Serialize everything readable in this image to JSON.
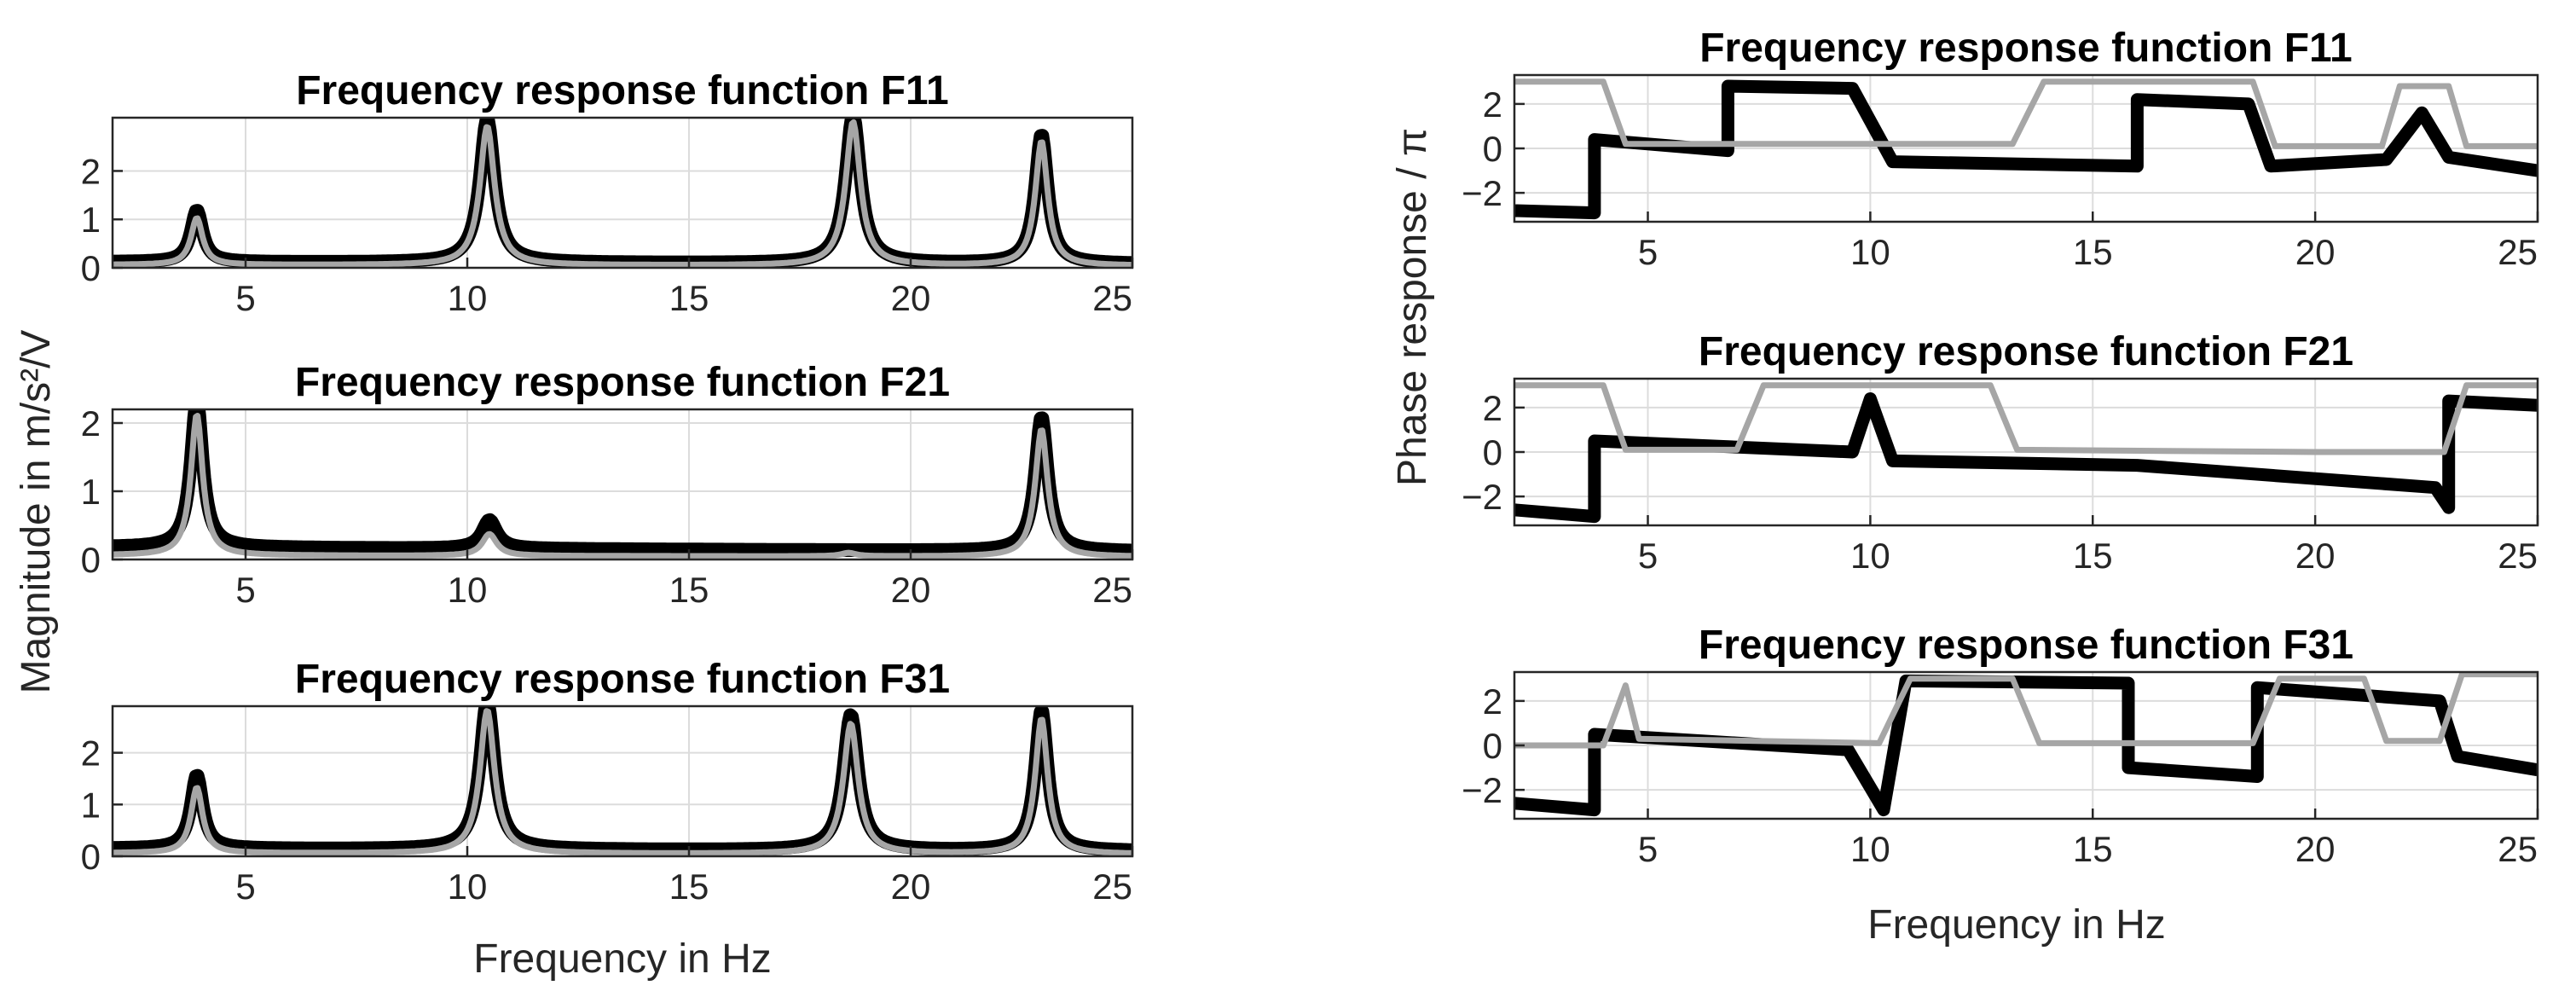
{
  "figure": {
    "left_ylabel": "Magnitude in m/s²/V",
    "left_xlabel": "Frequency in Hz",
    "right_ylabel": "Phase response / π",
    "right_xlabel": "Frequency in Hz"
  },
  "colors": {
    "measured": "#000000",
    "model": "#a6a6a6",
    "grid": "#dcdcdc",
    "axis": "#262626"
  },
  "chart_data": [
    {
      "type": "line",
      "title": "Frequency response function F11",
      "quantity": "magnitude",
      "xlim": [
        2,
        25
      ],
      "ylim": [
        0,
        3.1
      ],
      "xticks": [
        5,
        10,
        15,
        20,
        25
      ],
      "yticks": [
        0,
        1,
        2
      ],
      "peaks": [
        {
          "f": 3.9,
          "measured": 1.1,
          "model": 1.0,
          "width": 0.16
        },
        {
          "f": 10.45,
          "measured": 3.0,
          "model": 2.9,
          "width": 0.2
        },
        {
          "f": 18.7,
          "measured": 3.1,
          "model": 3.0,
          "width": 0.2
        },
        {
          "f": 22.95,
          "measured": 2.7,
          "model": 2.6,
          "width": 0.17
        }
      ],
      "baseline": {
        "measured": 0.12,
        "model": 0.06
      }
    },
    {
      "type": "line",
      "title": "Frequency response function F21",
      "quantity": "magnitude",
      "xlim": [
        2,
        25
      ],
      "ylim": [
        0,
        2.2
      ],
      "xticks": [
        5,
        10,
        15,
        20,
        25
      ],
      "yticks": [
        0,
        1,
        2
      ],
      "peaks": [
        {
          "f": 3.9,
          "measured": 2.2,
          "model": 2.1,
          "width": 0.16
        },
        {
          "f": 10.5,
          "measured": 0.45,
          "model": 0.35,
          "width": 0.2
        },
        {
          "f": 18.6,
          "measured": 0.03,
          "model": 0.08,
          "width": 0.2
        },
        {
          "f": 22.95,
          "measured": 2.0,
          "model": 1.9,
          "width": 0.17
        }
      ],
      "baseline": {
        "measured": 0.18,
        "model": 0.06
      }
    },
    {
      "type": "line",
      "title": "Frequency response function F31",
      "quantity": "magnitude",
      "xlim": [
        2,
        25
      ],
      "ylim": [
        0,
        2.9
      ],
      "xticks": [
        5,
        10,
        15,
        20,
        25
      ],
      "yticks": [
        0,
        1,
        2
      ],
      "peaks": [
        {
          "f": 3.9,
          "measured": 1.45,
          "model": 1.3,
          "width": 0.16
        },
        {
          "f": 10.45,
          "measured": 2.9,
          "model": 2.8,
          "width": 0.2
        },
        {
          "f": 18.65,
          "measured": 2.65,
          "model": 2.55,
          "width": 0.2
        },
        {
          "f": 22.95,
          "measured": 2.75,
          "model": 2.65,
          "width": 0.17
        }
      ],
      "baseline": {
        "measured": 0.15,
        "model": 0.06
      }
    },
    {
      "type": "line",
      "title": "Frequency response function F11",
      "quantity": "phase",
      "xlim": [
        2,
        25
      ],
      "ylim": [
        -3.3,
        3.3
      ],
      "xticks": [
        5,
        10,
        15,
        20,
        25
      ],
      "yticks": [
        -2,
        0,
        2
      ],
      "measured": [
        [
          2.0,
          -2.8
        ],
        [
          3.8,
          -2.9
        ],
        [
          3.8,
          0.4
        ],
        [
          6.8,
          -0.1
        ],
        [
          6.8,
          2.8
        ],
        [
          9.6,
          2.7
        ],
        [
          10.5,
          -0.6
        ],
        [
          16.0,
          -0.8
        ],
        [
          16.0,
          2.2
        ],
        [
          18.5,
          2.0
        ],
        [
          19.0,
          -0.8
        ],
        [
          21.6,
          -0.5
        ],
        [
          22.4,
          1.6
        ],
        [
          23.0,
          -0.4
        ],
        [
          25.0,
          -1.0
        ]
      ],
      "model": [
        [
          2.0,
          3.0
        ],
        [
          4.0,
          3.0
        ],
        [
          4.5,
          0.2
        ],
        [
          13.2,
          0.2
        ],
        [
          13.9,
          3.0
        ],
        [
          18.6,
          3.0
        ],
        [
          19.1,
          0.1
        ],
        [
          21.5,
          0.1
        ],
        [
          21.9,
          2.8
        ],
        [
          23.0,
          2.8
        ],
        [
          23.4,
          0.1
        ],
        [
          25.0,
          0.1
        ]
      ]
    },
    {
      "type": "line",
      "title": "Frequency response function F21",
      "quantity": "phase",
      "xlim": [
        2,
        25
      ],
      "ylim": [
        -3.3,
        3.3
      ],
      "xticks": [
        5,
        10,
        15,
        20,
        25
      ],
      "yticks": [
        -2,
        0,
        2
      ],
      "measured": [
        [
          2.0,
          -2.6
        ],
        [
          3.8,
          -2.9
        ],
        [
          3.8,
          0.5
        ],
        [
          9.6,
          0.0
        ],
        [
          10.0,
          2.4
        ],
        [
          10.5,
          -0.4
        ],
        [
          16.0,
          -0.6
        ],
        [
          22.7,
          -1.6
        ],
        [
          23.0,
          -2.5
        ],
        [
          23.0,
          2.3
        ],
        [
          25.0,
          2.1
        ]
      ],
      "model": [
        [
          2.0,
          3.0
        ],
        [
          4.0,
          3.0
        ],
        [
          4.5,
          0.1
        ],
        [
          7.0,
          0.1
        ],
        [
          7.6,
          3.0
        ],
        [
          12.7,
          3.0
        ],
        [
          13.3,
          0.1
        ],
        [
          20.0,
          0.0
        ],
        [
          22.9,
          0.0
        ],
        [
          23.4,
          3.0
        ],
        [
          25.0,
          3.0
        ]
      ]
    },
    {
      "type": "line",
      "title": "Frequency response function F31",
      "quantity": "phase",
      "xlim": [
        2,
        25
      ],
      "ylim": [
        -3.3,
        3.3
      ],
      "xticks": [
        5,
        10,
        15,
        20,
        25
      ],
      "yticks": [
        -2,
        0,
        2
      ],
      "measured": [
        [
          2.0,
          -2.6
        ],
        [
          3.8,
          -2.9
        ],
        [
          3.8,
          0.5
        ],
        [
          9.5,
          -0.2
        ],
        [
          10.3,
          -2.9
        ],
        [
          10.8,
          2.9
        ],
        [
          15.8,
          2.8
        ],
        [
          15.8,
          -1.0
        ],
        [
          18.7,
          -1.4
        ],
        [
          18.7,
          2.6
        ],
        [
          22.8,
          2.0
        ],
        [
          23.2,
          -0.5
        ],
        [
          25.0,
          -1.1
        ]
      ],
      "model": [
        [
          2.0,
          0.0
        ],
        [
          4.0,
          0.0
        ],
        [
          4.5,
          2.7
        ],
        [
          4.8,
          0.3
        ],
        [
          10.2,
          0.1
        ],
        [
          10.9,
          3.0
        ],
        [
          13.2,
          3.0
        ],
        [
          13.8,
          0.1
        ],
        [
          18.6,
          0.1
        ],
        [
          19.2,
          3.0
        ],
        [
          21.1,
          3.0
        ],
        [
          21.6,
          0.2
        ],
        [
          22.8,
          0.2
        ],
        [
          23.3,
          3.2
        ],
        [
          25.0,
          3.2
        ]
      ]
    }
  ]
}
